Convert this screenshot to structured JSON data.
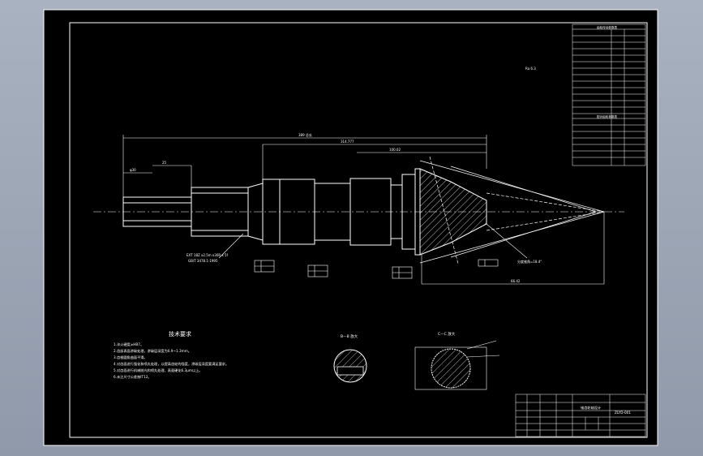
{
  "drawing": {
    "technical_requirements": {
      "title": "技术要求",
      "items": [
        "1.淬火硬度≥HB7。",
        "2.齿部表面渗碳处理，渗碳层深度为0.9~1.3mm。",
        "3.齿根圆角曲面平滑。",
        "4.对齿面进行强化和喷丸处理，以提高齿轮的强度，渗碳层深度要满足要求。",
        "5.对齿面进行机械抛光和喷丸处理，表面硬化6.3μm以上。",
        "6.未注尺寸公差按IT12。"
      ]
    },
    "section_views": {
      "section_b": "B—B 放大",
      "section_c": "C—C 放大"
    },
    "gear_param_table": {
      "title": "齿轮传动参数表",
      "sub_title": "配对齿轮参数表"
    },
    "title_block": {
      "drawing_name": "锥齿轮轴设计",
      "part_code": "ZLYD-001"
    },
    "roughness_note": "Ra 6.3",
    "dimensions": {
      "overall_length": "389 总长",
      "length_2": "314.777",
      "length_3": "100.02",
      "length_4": "25",
      "dia_left": "φ30",
      "spline_note": "EXT 18Z x2.5m x30R x 5f",
      "spline_note_2": "GB/T 3478.1-1995",
      "angle_note": "分度锥角=18.4°",
      "dim_right": "66.42"
    },
    "tolerance_frames": [
      [
        "/",
        "0.03"
      ],
      [
        "/",
        "0.05"
      ],
      [
        "/",
        "0.02"
      ],
      [
        "/",
        "0.03"
      ]
    ]
  }
}
